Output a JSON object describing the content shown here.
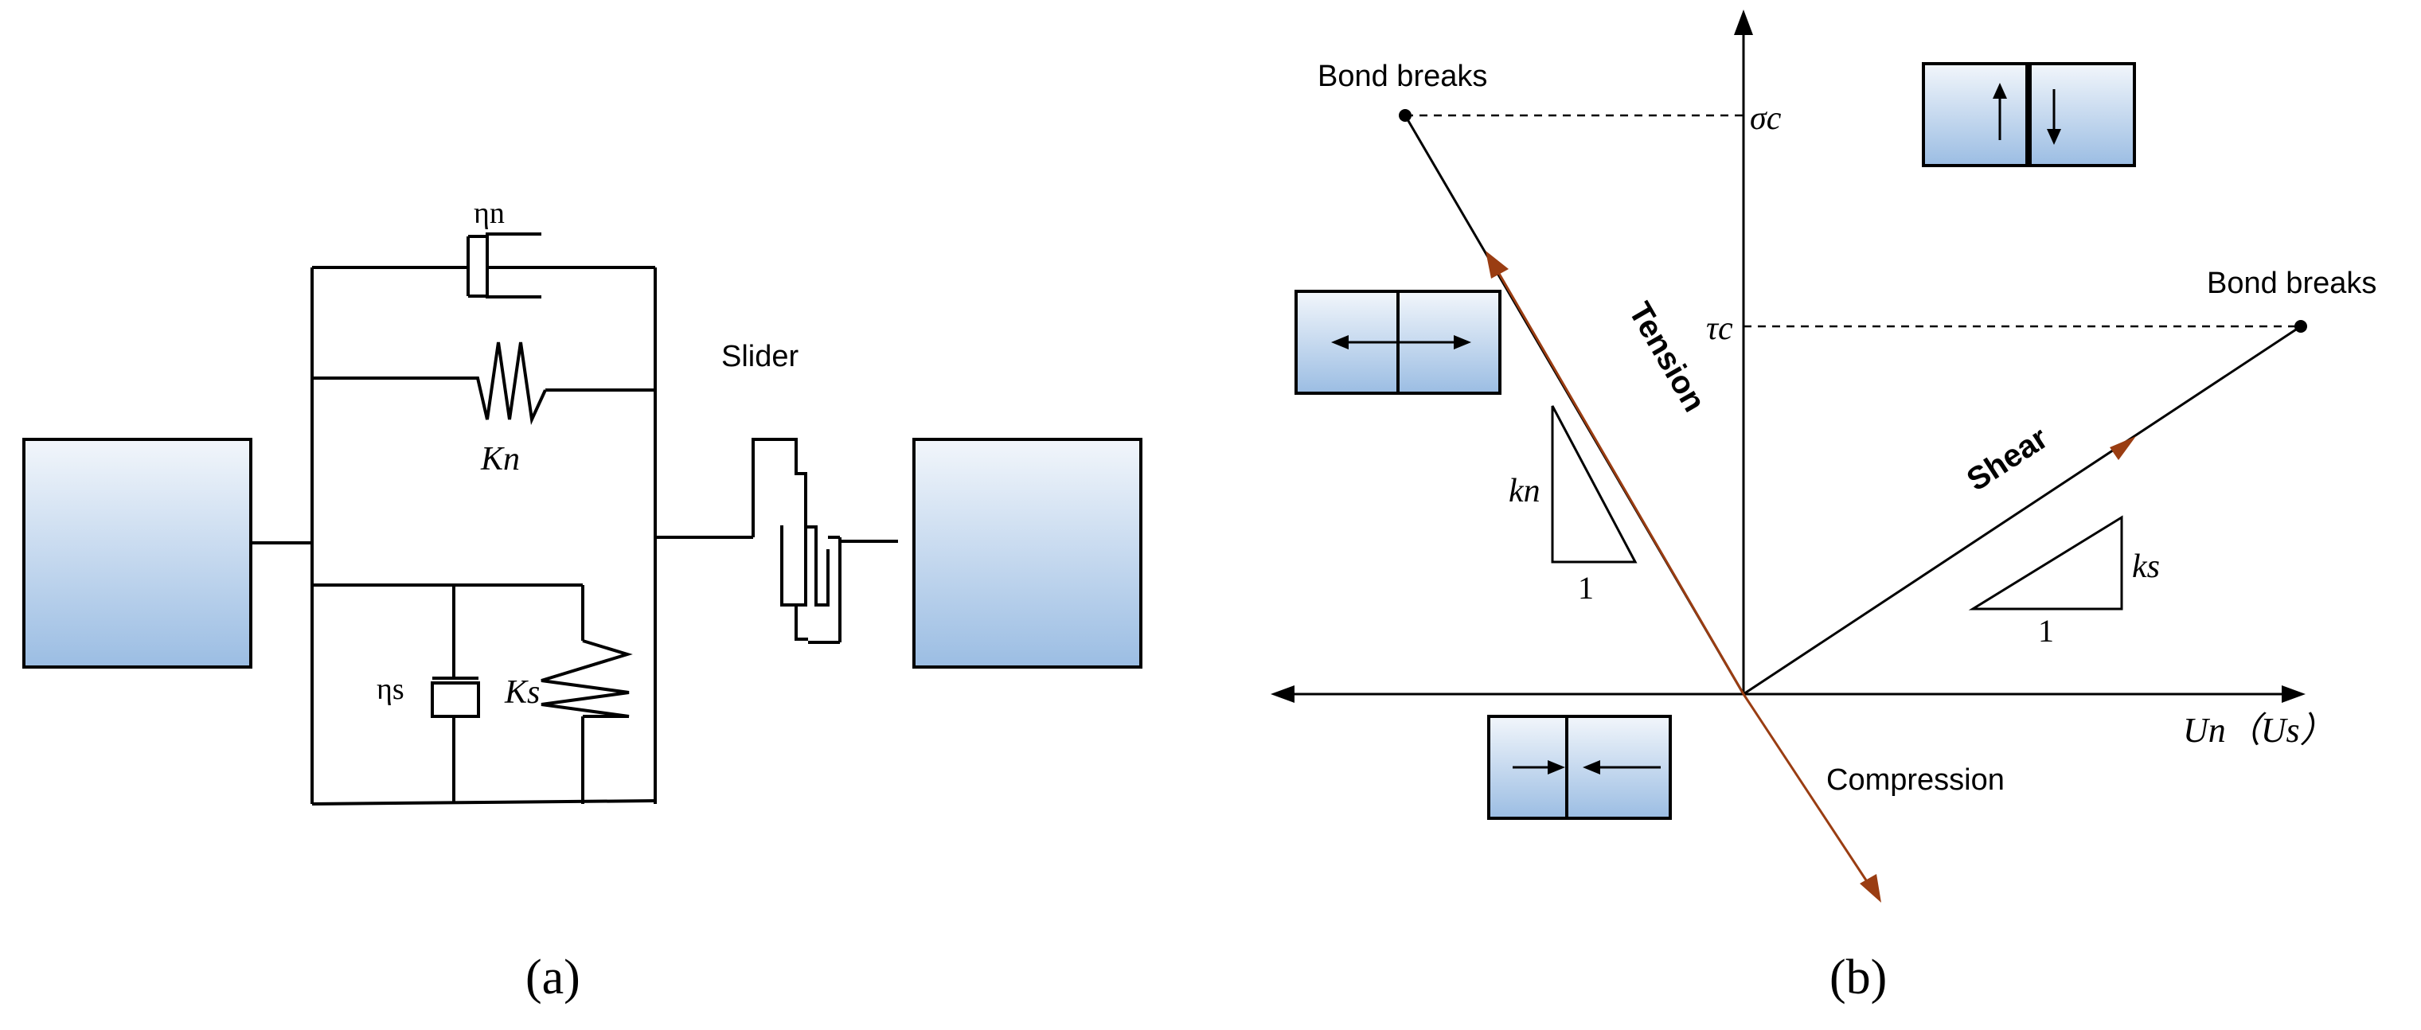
{
  "panel_a": {
    "caption": "(a)",
    "labels": {
      "eta_n": "ηn",
      "k_n": "Kn",
      "eta_s": "ηs",
      "k_s": "Ks",
      "slider": "Slider"
    }
  },
  "panel_b": {
    "caption": "(b)",
    "labels": {
      "bond_breaks_left": "Bond breaks",
      "bond_breaks_right": "Bond breaks",
      "sigma_c": "σc",
      "tau_c": "τc",
      "tension": "Tension",
      "shear": "Shear",
      "compression": "Compression",
      "k_n": "kn",
      "k_s": "ks",
      "one_left": "1",
      "one_right": "1",
      "x_axis": "Un（Us）"
    }
  },
  "colors": {
    "block_top": "#f2f6fb",
    "block_bottom": "#9bbde3",
    "arrow_brown": "#9a3d12",
    "line": "#000000"
  }
}
